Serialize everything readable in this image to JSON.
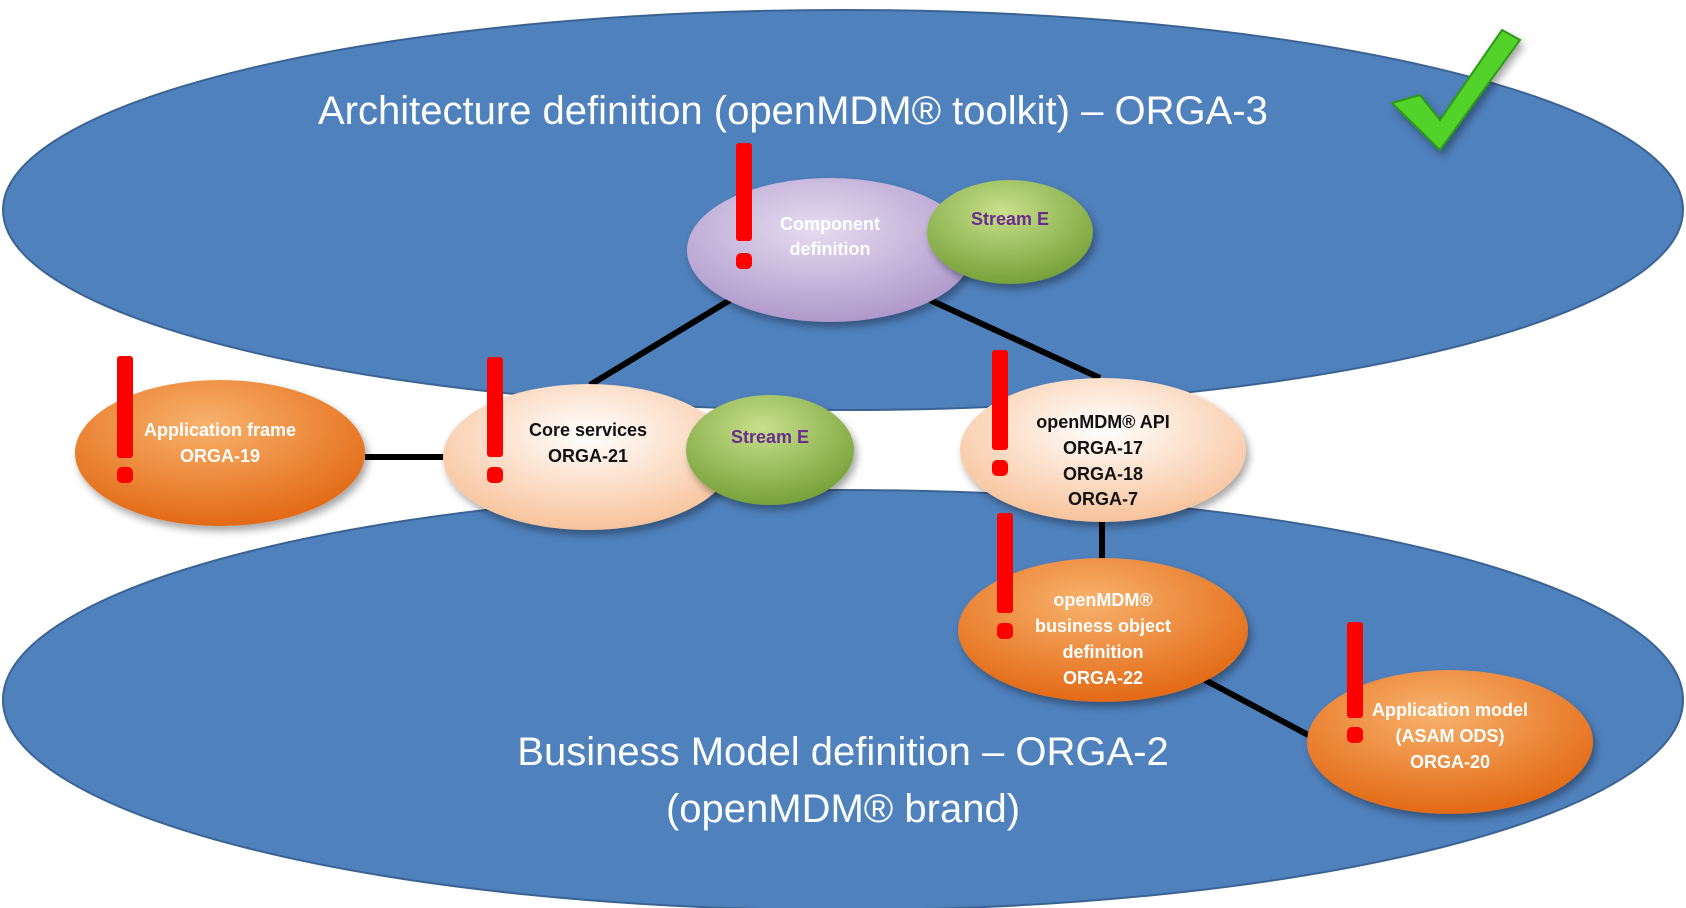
{
  "regions": {
    "architecture": {
      "title": "Architecture definition (openMDM® toolkit) – ORGA-3",
      "status_icon": "checkmark-icon",
      "color": "#4f81bd"
    },
    "business": {
      "title_line1": "Business Model definition – ORGA-2",
      "title_line2": "(openMDM® brand)",
      "color": "#4f81bd"
    }
  },
  "nodes": {
    "component": {
      "lines": [
        "Component",
        "definition"
      ],
      "warning": true,
      "color": "#b8a6d3"
    },
    "stream_top": {
      "lines": [
        "Stream E"
      ],
      "color": "#8fb34a"
    },
    "app_frame": {
      "lines": [
        "Application frame",
        "ORGA-19"
      ],
      "warning": true,
      "color": "#f07a1c"
    },
    "core": {
      "lines": [
        "Core services",
        "ORGA-21"
      ],
      "warning": true,
      "color": "#fde0c8"
    },
    "stream_mid": {
      "lines": [
        "Stream E"
      ],
      "color": "#8fb34a"
    },
    "api": {
      "lines": [
        "openMDM® API",
        "ORGA-17",
        "ORGA-18",
        "ORGA-7"
      ],
      "warning": true,
      "color": "#fde0c8"
    },
    "bo": {
      "lines": [
        "openMDM®",
        "business object",
        "definition",
        "ORGA-22"
      ],
      "warning": true,
      "color": "#f07a1c"
    },
    "app_model": {
      "lines": [
        "Application model",
        "(ASAM ODS)",
        "ORGA-20"
      ],
      "warning": true,
      "color": "#f07a1c"
    }
  },
  "icons": {
    "warning": "exclamation-icon",
    "check": "checkmark-icon"
  }
}
